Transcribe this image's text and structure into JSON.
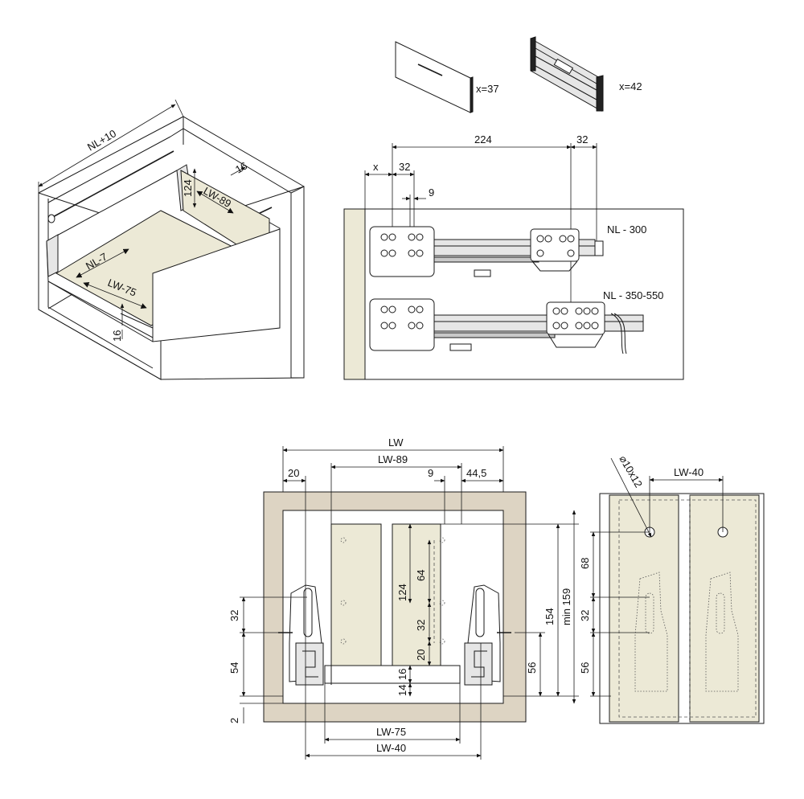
{
  "iso": {
    "nl_plus_10": "NL+10",
    "nl_minus_7": "NL-7",
    "lw_minus_75": "LW-75",
    "lw_minus_89": "LW-89",
    "h124": "124",
    "w16": "16",
    "h16": "16"
  },
  "fronts": {
    "panel_x": "x=37",
    "rail_x": "x=42"
  },
  "side": {
    "dim_x": "x",
    "dim_32a": "32",
    "dim_224": "224",
    "dim_32b": "32",
    "dim_9": "9",
    "nl_300": "NL - 300",
    "nl_350_550": "NL - 350-550"
  },
  "front": {
    "lw": "LW",
    "lw_89": "LW-89",
    "d20": "20",
    "d9": "9",
    "d44_5": "44,5",
    "d32": "32",
    "d54": "54",
    "d2": "2",
    "d64": "64",
    "d124": "124",
    "d32b": "32",
    "d20b": "20",
    "d16": "16",
    "d14": "14",
    "d56": "56",
    "d154": "154",
    "min159": "min 159",
    "lw_75": "LW-75",
    "lw_40": "LW-40"
  },
  "plan": {
    "hole": "⌀10x12",
    "lw_40": "LW-40",
    "d68": "68",
    "d32": "32",
    "d56": "56"
  }
}
